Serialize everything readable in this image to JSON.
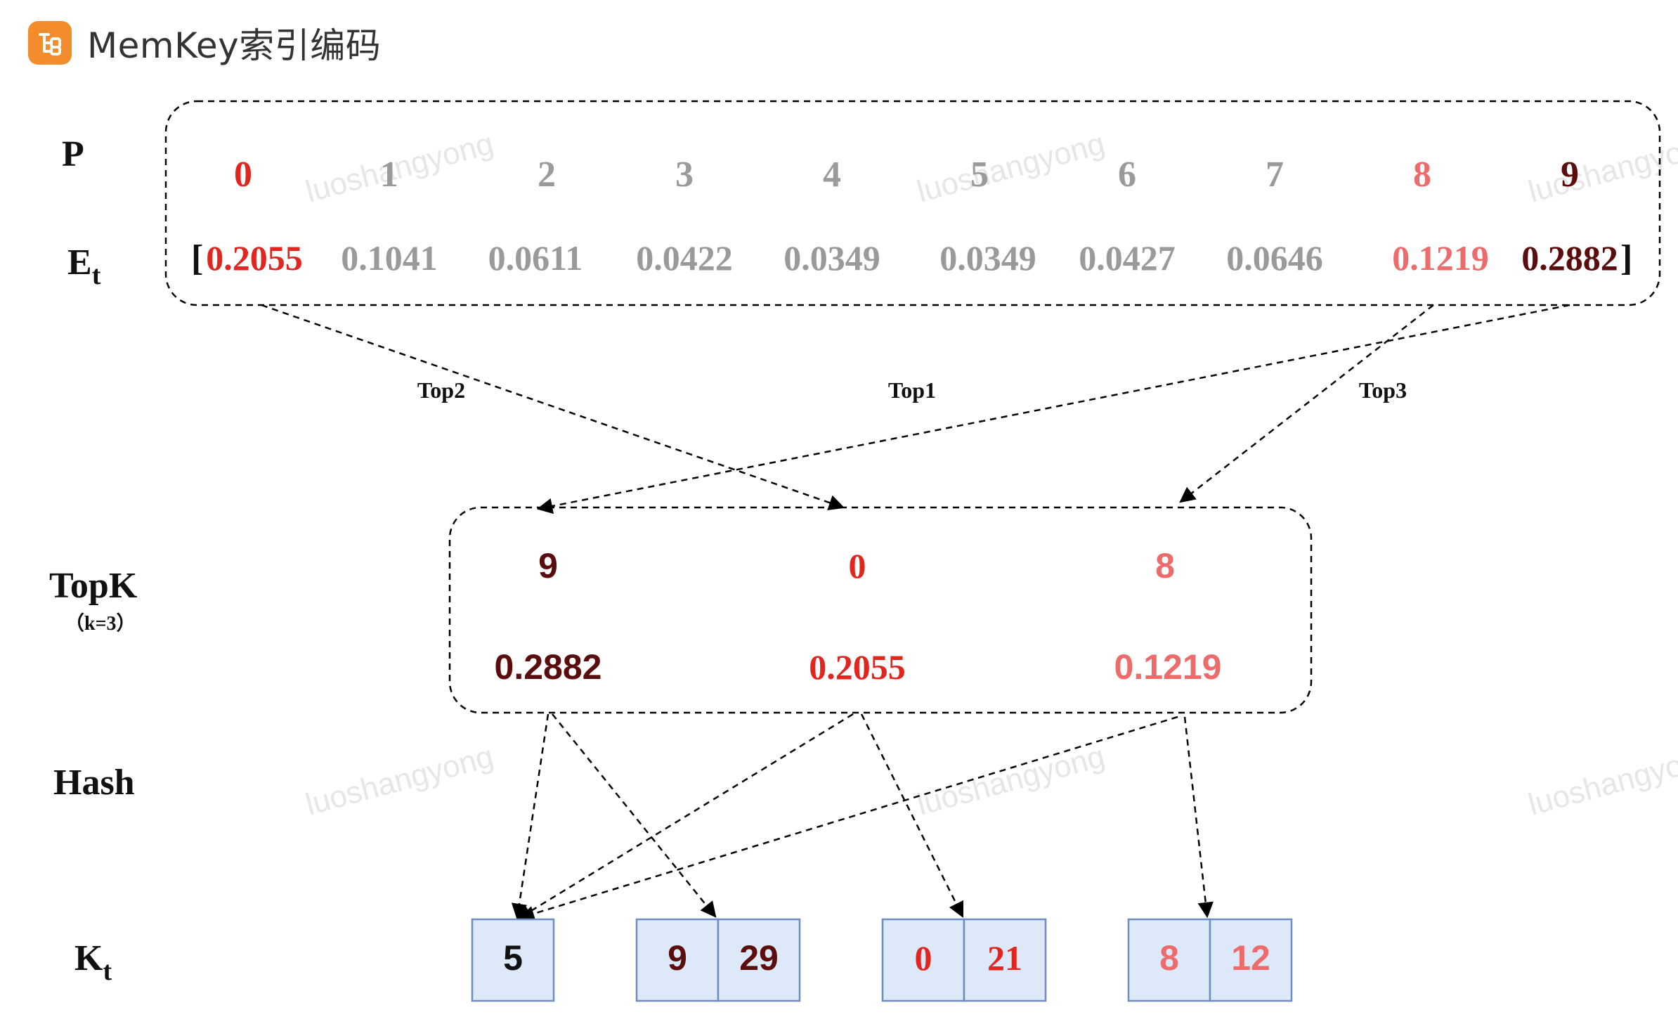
{
  "header": {
    "title": "MemKey索引编码",
    "logo_icon": "mindmap-logo-icon"
  },
  "colors": {
    "red": "#e0261f",
    "dark_red": "#5b0d0d",
    "salmon": "#ee6b6b",
    "gray": "#9a9a9a",
    "black": "#111111",
    "box_fill": "#dde8f8",
    "box_stroke": "#6c8ebf"
  },
  "row_labels": {
    "p": "P",
    "et_main": "E",
    "et_sub": "t",
    "topk": "TopK",
    "topk_k": "（k=3）",
    "hash": "Hash",
    "kt_main": "K",
    "kt_sub": "t"
  },
  "p_values": [
    "0",
    "1",
    "2",
    "3",
    "4",
    "5",
    "6",
    "7",
    "8",
    "9"
  ],
  "et_values": [
    "0.2055",
    "0.1041",
    "0.0611",
    "0.0422",
    "0.0349",
    "0.0349",
    "0.0427",
    "0.0646",
    "0.1219",
    "0.2882"
  ],
  "bracket_open": "[",
  "bracket_close": "]",
  "top_labels": {
    "top1": "Top1",
    "top2": "Top2",
    "top3": "Top3"
  },
  "topk": {
    "indices": [
      "9",
      "0",
      "8"
    ],
    "values": [
      "0.2882",
      "0.2055",
      "0.1219"
    ]
  },
  "kt_boxes": [
    {
      "cells": [
        "5"
      ]
    },
    {
      "cells": [
        "9",
        "29"
      ]
    },
    {
      "cells": [
        "0",
        "21"
      ]
    },
    {
      "cells": [
        "8",
        "12"
      ]
    }
  ],
  "watermark": "luoshangyong"
}
